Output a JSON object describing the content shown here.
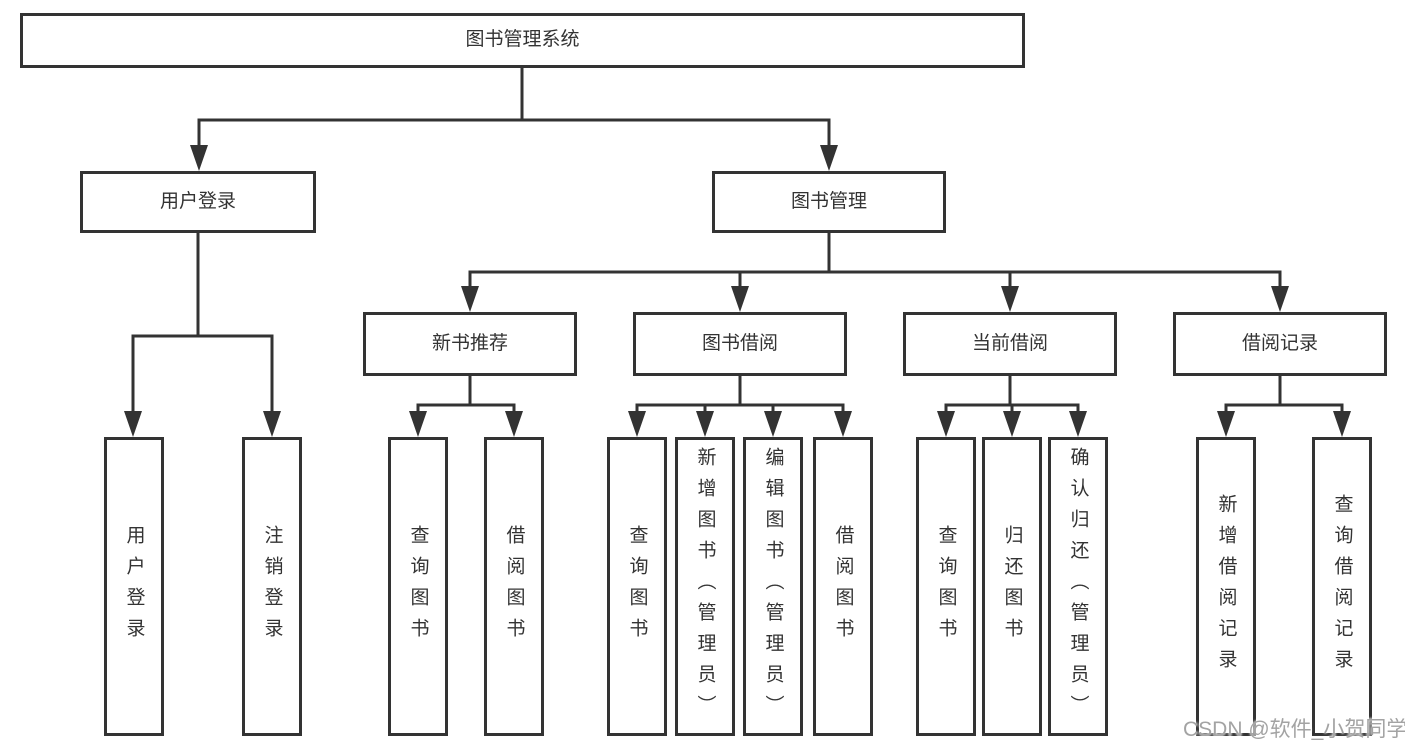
{
  "diagram": {
    "root": {
      "label": "图书管理系统"
    },
    "branches": {
      "login": {
        "label": "用户登录"
      },
      "management": {
        "label": "图书管理"
      }
    },
    "modules": [
      {
        "label": "新书推荐"
      },
      {
        "label": "图书借阅"
      },
      {
        "label": "当前借阅"
      },
      {
        "label": "借阅记录"
      }
    ],
    "leaves": {
      "login": [
        {
          "label": "用户登录"
        },
        {
          "label": "注销登录"
        }
      ],
      "recommend": [
        {
          "label": "查询图书"
        },
        {
          "label": "借阅图书"
        }
      ],
      "borrow": [
        {
          "label": "查询图书"
        },
        {
          "label": "新增图书（管理员）"
        },
        {
          "label": "编辑图书（管理员）"
        },
        {
          "label": "借阅图书"
        }
      ],
      "current": [
        {
          "label": "查询图书"
        },
        {
          "label": "归还图书"
        },
        {
          "label": "确认归还（管理员）"
        }
      ],
      "records": [
        {
          "label": "新增借阅记录"
        },
        {
          "label": "查询借阅记录"
        }
      ]
    }
  },
  "watermark": {
    "label": "CSDN @软件_小贺同学"
  },
  "colors": {
    "line": "#333333",
    "text": "#333333",
    "box_background": "#ffffff",
    "watermark": "#a3a3a3"
  }
}
